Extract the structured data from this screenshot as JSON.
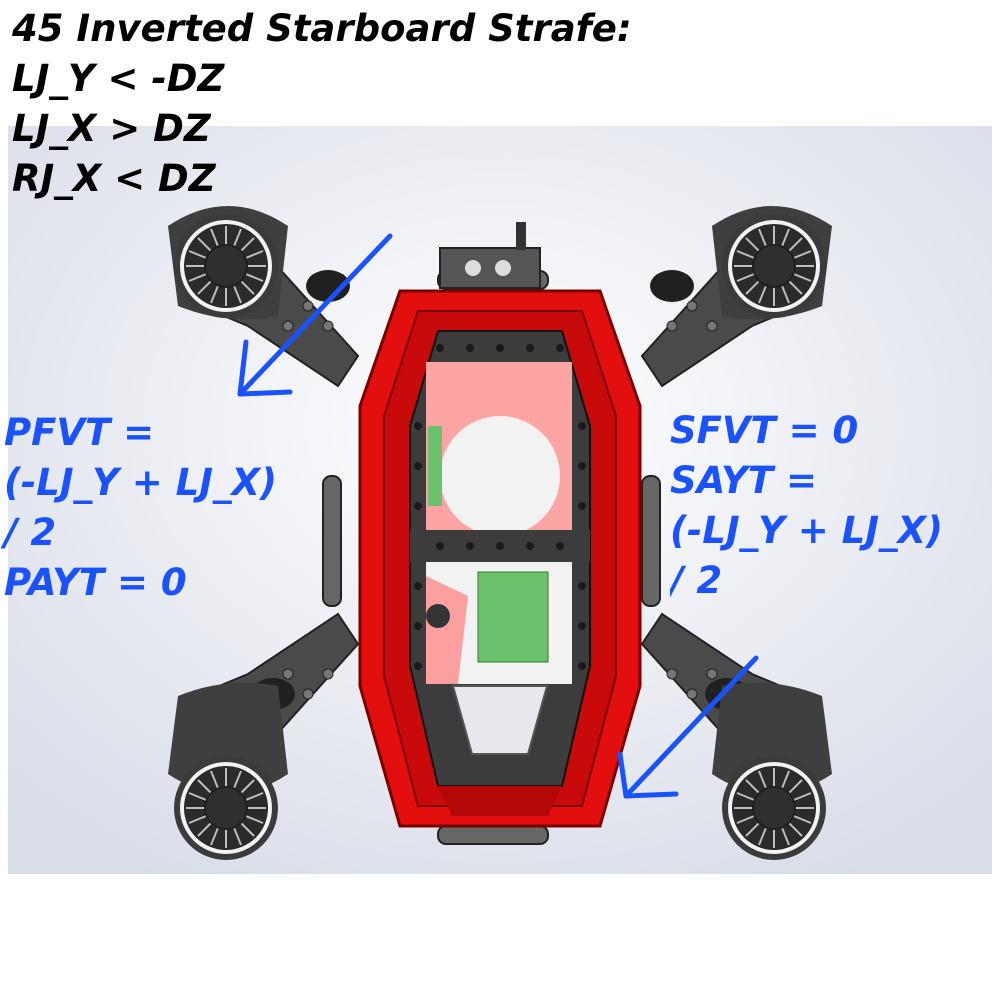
{
  "title": "45 Inverted Starboard Strafe:",
  "conditions": [
    "LJ_Y < -DZ",
    "LJ_X > DZ",
    "RJ_X < DZ"
  ],
  "port_equations": [
    "PFVT =",
    "(-LJ_Y + LJ_X)",
    "/ 2",
    "PAYT = 0"
  ],
  "starboard_equations": [
    "SFVT = 0",
    "SAYT =",
    "(-LJ_Y + LJ_X)",
    "/ 2"
  ],
  "colors": {
    "equation_text": "#1a52ff",
    "arrow": "#1a52ff",
    "frame": "#e10f0f",
    "frame_dark": "#b50808",
    "thruster": "#3a3a3a"
  },
  "icons": [
    "thruster-icon",
    "direction-arrow-icon"
  ]
}
